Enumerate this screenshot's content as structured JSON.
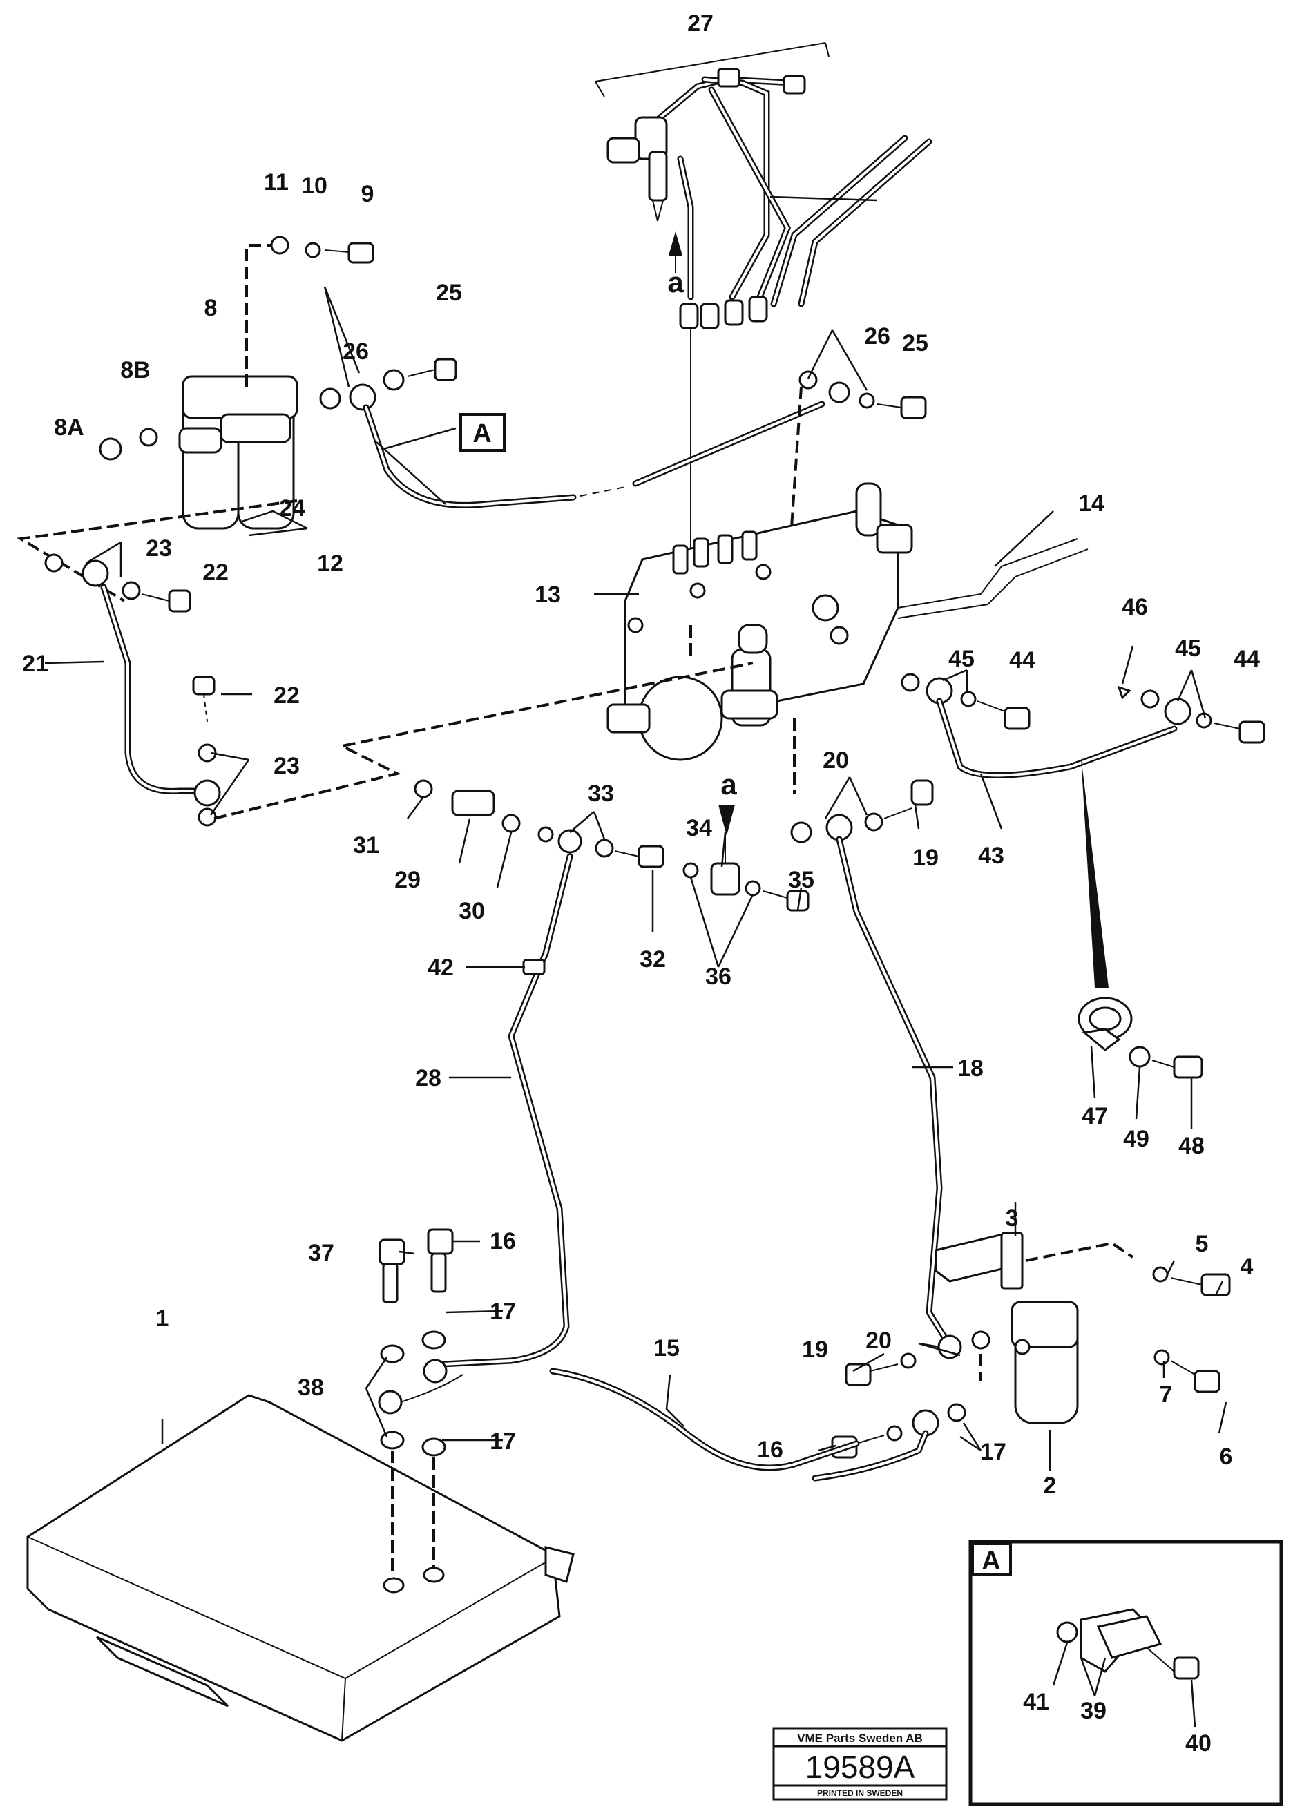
{
  "callouts": [
    {
      "id": "27",
      "text": "27"
    },
    {
      "id": "11",
      "text": "11"
    },
    {
      "id": "10",
      "text": "10"
    },
    {
      "id": "9",
      "text": "9"
    },
    {
      "id": "25a",
      "text": "25"
    },
    {
      "id": "26a",
      "text": "26"
    },
    {
      "id": "8",
      "text": "8"
    },
    {
      "id": "8B",
      "text": "8B"
    },
    {
      "id": "8A",
      "text": "8A"
    },
    {
      "id": "a_top",
      "text": "a"
    },
    {
      "id": "26b",
      "text": "26"
    },
    {
      "id": "25b",
      "text": "25"
    },
    {
      "id": "A_box",
      "text": "A"
    },
    {
      "id": "24",
      "text": "24"
    },
    {
      "id": "12",
      "text": "12"
    },
    {
      "id": "23a",
      "text": "23"
    },
    {
      "id": "22a",
      "text": "22"
    },
    {
      "id": "14",
      "text": "14"
    },
    {
      "id": "13",
      "text": "13"
    },
    {
      "id": "21",
      "text": "21"
    },
    {
      "id": "46",
      "text": "46"
    },
    {
      "id": "45a",
      "text": "45"
    },
    {
      "id": "44a",
      "text": "44"
    },
    {
      "id": "45b",
      "text": "45"
    },
    {
      "id": "44b",
      "text": "44"
    },
    {
      "id": "22b",
      "text": "22"
    },
    {
      "id": "23b",
      "text": "23"
    },
    {
      "id": "33",
      "text": "33"
    },
    {
      "id": "a_mid",
      "text": "a"
    },
    {
      "id": "20a",
      "text": "20"
    },
    {
      "id": "34",
      "text": "34"
    },
    {
      "id": "31",
      "text": "31"
    },
    {
      "id": "29",
      "text": "29"
    },
    {
      "id": "19a",
      "text": "19"
    },
    {
      "id": "43",
      "text": "43"
    },
    {
      "id": "30",
      "text": "30"
    },
    {
      "id": "35",
      "text": "35"
    },
    {
      "id": "32",
      "text": "32"
    },
    {
      "id": "36",
      "text": "36"
    },
    {
      "id": "42",
      "text": "42"
    },
    {
      "id": "18",
      "text": "18"
    },
    {
      "id": "28",
      "text": "28"
    },
    {
      "id": "47",
      "text": "47"
    },
    {
      "id": "49",
      "text": "49"
    },
    {
      "id": "48",
      "text": "48"
    },
    {
      "id": "3",
      "text": "3"
    },
    {
      "id": "37",
      "text": "37"
    },
    {
      "id": "16a",
      "text": "16"
    },
    {
      "id": "5",
      "text": "5"
    },
    {
      "id": "4",
      "text": "4"
    },
    {
      "id": "1",
      "text": "1"
    },
    {
      "id": "17a",
      "text": "17"
    },
    {
      "id": "15",
      "text": "15"
    },
    {
      "id": "20b",
      "text": "20"
    },
    {
      "id": "19b",
      "text": "19"
    },
    {
      "id": "38",
      "text": "38"
    },
    {
      "id": "7",
      "text": "7"
    },
    {
      "id": "16b",
      "text": "16"
    },
    {
      "id": "17b",
      "text": "17"
    },
    {
      "id": "17c",
      "text": "17"
    },
    {
      "id": "2",
      "text": "2"
    },
    {
      "id": "6",
      "text": "6"
    },
    {
      "id": "A_inset",
      "text": "A"
    },
    {
      "id": "41",
      "text": "41"
    },
    {
      "id": "39",
      "text": "39"
    },
    {
      "id": "40",
      "text": "40"
    }
  ],
  "stamp": {
    "company": "VME Parts Sweden AB",
    "number": "19589A",
    "printed": "PRINTED IN SWEDEN"
  }
}
